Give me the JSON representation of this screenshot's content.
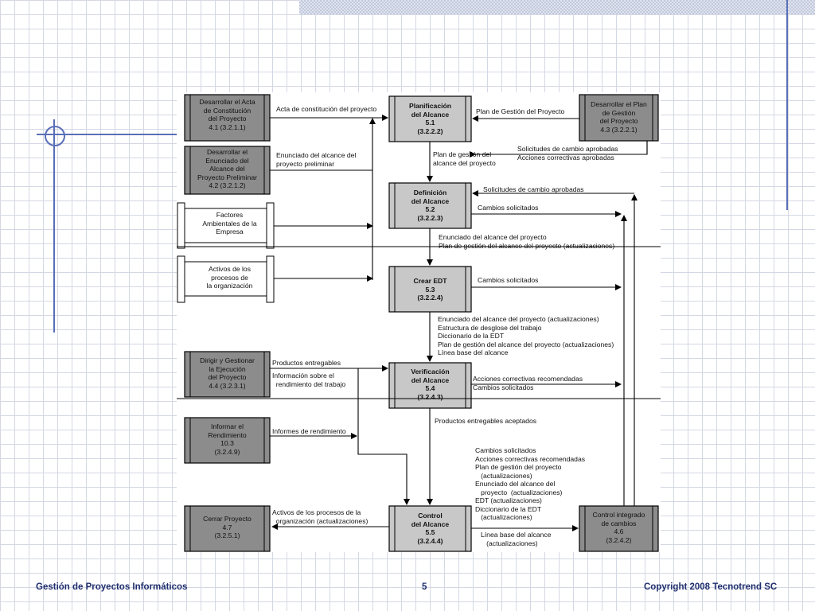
{
  "footer": {
    "left": "Gestión de Proyectos Informáticos",
    "page": "5",
    "right": "Copyright 2008 Tecnotrend SC"
  },
  "boxes": {
    "dev_acta": "Desarrollar el Acta\nde Constitución\ndel Proyecto\n4.1 (3.2.1.1)",
    "dev_enunciado": "Desarrollar el\nEnunciado del\nAlcance del\nProyecto Preliminar\n4.2 (3.2.1.2)",
    "factores": "Factores\nAmbientales de la\nEmpresa",
    "activos": "Activos de los\nprocesos de\nla organización",
    "dirigir": "Dirigir y Gestionar\nla Ejecución\ndel Proyecto\n4.4 (3.2.3.1)",
    "informar": "Informar el\nRendimiento\n10.3\n(3.2.4.9)",
    "cerrar": "Cerrar Proyecto\n4.7\n(3.2.5.1)",
    "planificacion": "Planificación\ndel Alcance\n5.1\n(3.2.2.2)",
    "definicion": "Definición\ndel Alcance\n5.2\n(3.2.2.3)",
    "crear_edt": "Crear EDT\n5.3\n(3.2.2.4)",
    "verificacion": "Verificación\ndel Alcance\n5.4\n(3.2.4.3)",
    "control": "Control\ndel Alcance\n5.5\n(3.2.4.4)",
    "dev_plan": "Desarrollar el Plan\nde Gestión\ndel Proyecto\n4.3 (3.2.2.1)",
    "control_integrado": "Control integrado\nde cambios\n4.6\n(3.2.4.2)"
  },
  "labels": {
    "acta": "Acta de constitución del proyecto",
    "enunciado_prelim": "Enunciado del alcance del\nproyecto preliminar",
    "plan_gestion_proyecto": "Plan de Gestión del Proyecto",
    "plan_gestion_alcance": "Plan de gestión del\nalcance del proyecto",
    "solicitudes_acciones": "Solicitudes de cambio aprobadas\nAcciones correctivas aprobadas",
    "solicitudes_aprobadas": "Solicitudes de cambio aprobadas",
    "cambios_1": "Cambios solicitados",
    "enunciado_plan": "Enunciado del alcance del proyecto\nPlan de gestión del alcance del proyecto (actualizaciones)",
    "cambios_2": "Cambios solicitados",
    "outputs_edt": "Enunciado del alcance del proyecto (actualizaciones)\nEstructura de desglose del trabajo\nDiccionario de la EDT\nPlan de gestión del alcance del proyecto (actualizaciones)\nLínea base del alcance",
    "productos": "Productos entregables",
    "info_rendimiento": "Información sobre el\n  rendimiento del trabajo",
    "acciones_cambios": "Acciones correctivas recomendadas\nCambios solicitados",
    "productos_aceptados": "Productos entregables aceptados",
    "informes": "Informes de rendimiento",
    "control_outputs": "Cambios solicitados\nAcciones correctivas recomendadas\nPlan de gestión del proyecto\n   (actualizaciones)\nEnunciado del alcance del\n   proyecto  (actualizaciones)\nEDT (actualizaciones)\nDiccionario de la EDT\n   (actualizaciones)",
    "linea_base": "Línea base del alcance\n   (actualizaciones)",
    "activos_act": "Activos de los procesos de la\n  organización (actualizaciones)"
  }
}
